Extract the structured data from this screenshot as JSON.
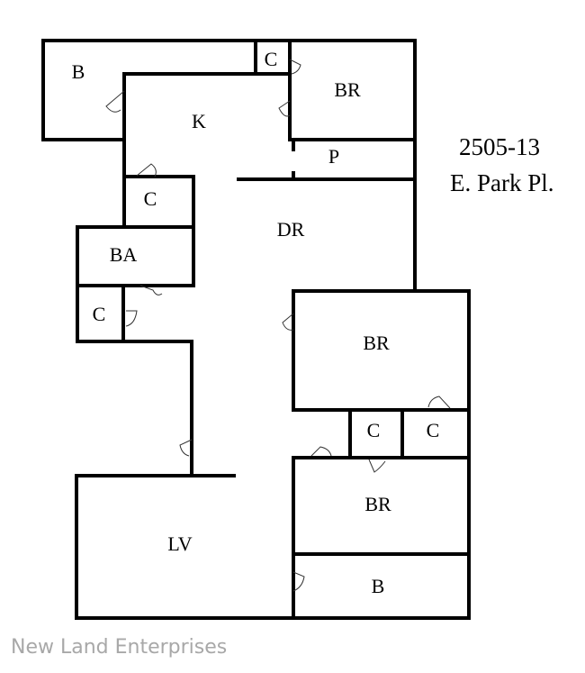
{
  "address": {
    "line1": "2505-13",
    "line2": "E. Park Pl."
  },
  "rooms": {
    "bath_top": "B",
    "closet_top": "C",
    "bedroom_top": "BR",
    "kitchen": "K",
    "pantry": "P",
    "closet_left_upper": "C",
    "dining": "DR",
    "bathroom": "BA",
    "closet_left_lower": "C",
    "bedroom_middle": "BR",
    "closet_right_a": "C",
    "closet_right_b": "C",
    "bedroom_lower": "BR",
    "living": "LV",
    "bath_bottom": "B"
  },
  "watermark": "New Land Enterprises"
}
